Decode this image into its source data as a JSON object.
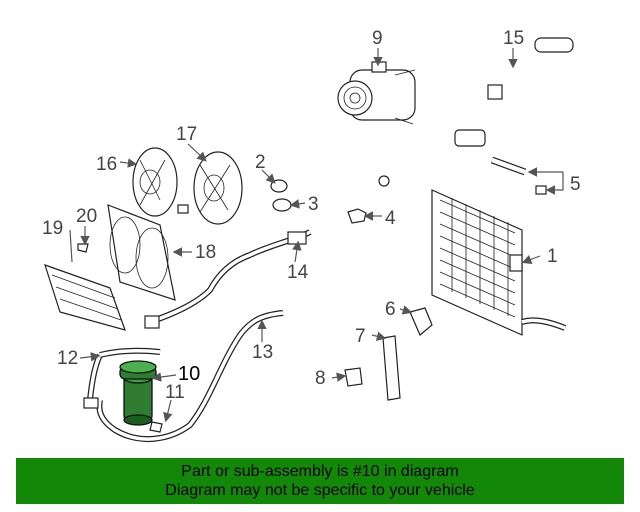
{
  "diagram": {
    "callouts": [
      "1",
      "2",
      "3",
      "4",
      "5",
      "6",
      "7",
      "8",
      "9",
      "10",
      "11",
      "12",
      "13",
      "14",
      "15",
      "16",
      "17",
      "18",
      "19",
      "20"
    ],
    "highlight_color": "#2e7d32"
  },
  "banner": {
    "line1": "Part or sub-assembly is #10 in diagram",
    "line2": "Diagram may not be specific to your vehicle",
    "background": "#138808"
  }
}
